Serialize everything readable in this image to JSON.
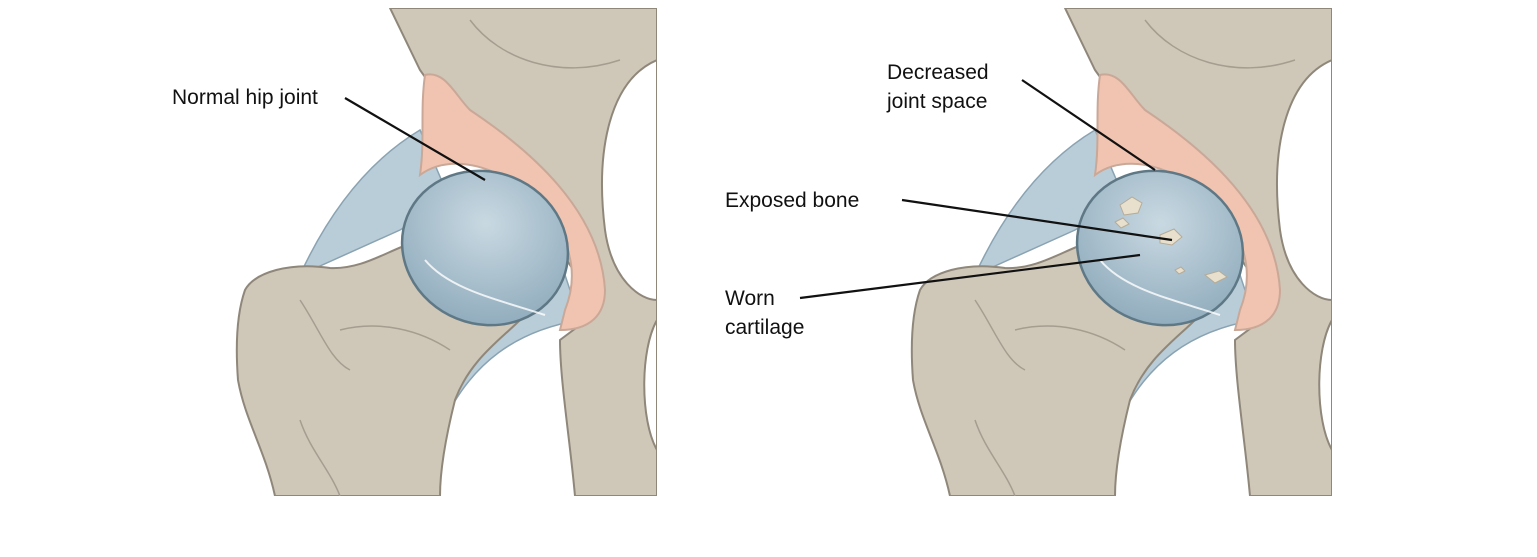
{
  "panels": [
    {
      "name": "normal",
      "labels": [
        {
          "text": "Normal hip joint"
        }
      ]
    },
    {
      "name": "osteoarthritis",
      "labels": [
        {
          "lines": [
            "Decreased",
            "joint space"
          ]
        },
        {
          "text": "Exposed bone"
        },
        {
          "lines": [
            "Worn",
            "cartilage"
          ]
        }
      ]
    }
  ],
  "colors": {
    "bone": "#cfc7b8",
    "bone_dark": "#a59d8f",
    "cartilage": "#a9c1cf",
    "capsule": "#b9cdd8",
    "marrow": "#f0c4b0",
    "exposed": "#e8e0cc"
  }
}
